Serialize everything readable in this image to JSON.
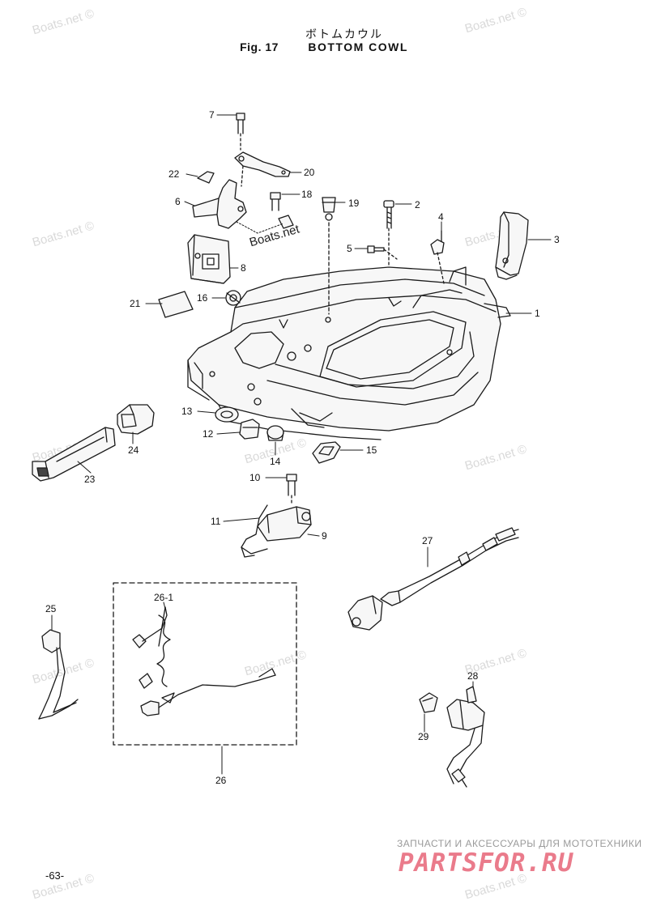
{
  "header": {
    "title_jp": "ボトムカウル",
    "fig_label": "Fig. 17",
    "title_en": "BOTTOM COWL"
  },
  "watermark": {
    "text": "Boats.net ©",
    "overlay_text": "Boats.net"
  },
  "callouts": {
    "c1": "1",
    "c2": "2",
    "c3": "3",
    "c4": "4",
    "c5": "5",
    "c6": "6",
    "c7": "7",
    "c8": "8",
    "c9": "9",
    "c10": "10",
    "c11": "11",
    "c12": "12",
    "c13": "13",
    "c14": "14",
    "c15": "15",
    "c16": "16",
    "c18": "18",
    "c19": "19",
    "c20": "20",
    "c21": "21",
    "c22": "22",
    "c23": "23",
    "c24": "24",
    "c25": "25",
    "c26": "26",
    "c26_1": "26-1",
    "c27": "27",
    "c28": "28",
    "c29": "29"
  },
  "footer": {
    "page_number": "-63-",
    "ad_text": "ЗАПЧАСТИ И АКСЕССУАРЫ ДЛЯ МОТОТЕХНИКИ",
    "ad_logo": "PARTSFOR.RU"
  },
  "colors": {
    "line": "#1a1a1a",
    "watermark": "#d9d9d9",
    "ad_logo": "#ea7b8b"
  }
}
